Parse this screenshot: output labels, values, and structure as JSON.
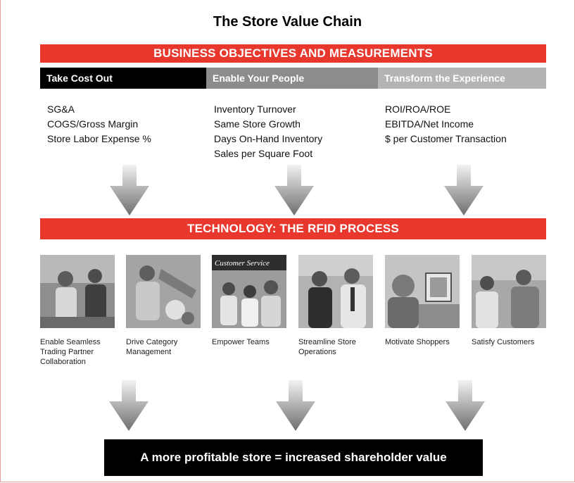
{
  "title": "The Store Value Chain",
  "objectives_band": "BUSINESS OBJECTIVES AND MEASUREMENTS",
  "columns": [
    {
      "heading": "Take Cost Out",
      "metrics": [
        "SG&A",
        "COGS/Gross Margin",
        "Store Labor Expense %"
      ]
    },
    {
      "heading": "Enable Your People",
      "metrics": [
        "Inventory Turnover",
        "Same Store Growth",
        "Days On-Hand Inventory",
        "Sales per Square Foot"
      ]
    },
    {
      "heading": "Transform the Experience",
      "metrics": [
        "ROI/ROA/ROE",
        "EBITDA/Net Income",
        "$ per Customer Transaction"
      ]
    }
  ],
  "technology_band": "TECHNOLOGY: THE RFID PROCESS",
  "process_steps": [
    {
      "caption": "Enable Seamless Trading Partner Collaboration",
      "photo_text": ""
    },
    {
      "caption": "Drive Category Management",
      "photo_text": ""
    },
    {
      "caption": "Empower Teams",
      "photo_text": "Customer Service"
    },
    {
      "caption": "Streamline Store Operations",
      "photo_text": ""
    },
    {
      "caption": "Motivate Shoppers",
      "photo_text": ""
    },
    {
      "caption": "Satisfy Customers",
      "photo_text": ""
    }
  ],
  "result": "A more profitable store = increased shareholder value",
  "colors": {
    "accent_red": "#e8382e",
    "black": "#000000",
    "mid_gray": "#8c8c8c",
    "light_gray": "#b4b4b4"
  },
  "icons": {
    "arrow": "down-arrow-icon"
  }
}
